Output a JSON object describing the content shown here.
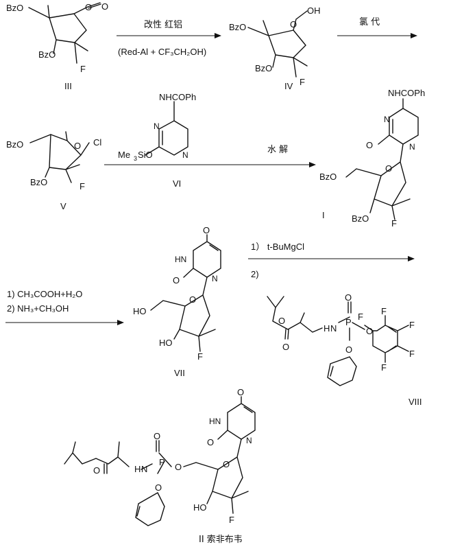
{
  "compounds": {
    "III": {
      "label": "III",
      "groups": [
        "BzO",
        "BzO",
        "O",
        "O",
        "F"
      ]
    },
    "IV": {
      "label": "IV",
      "groups": [
        "BzO",
        "BzO",
        "O",
        "OH",
        "F"
      ]
    },
    "V": {
      "label": "V",
      "groups": [
        "BzO",
        "BzO",
        "O",
        "Cl",
        "F"
      ]
    },
    "VI": {
      "label": "VI",
      "groups": [
        "NHCOPh",
        "N",
        "N",
        "Me",
        "3",
        "SiO"
      ]
    },
    "I": {
      "label": "I",
      "groups": [
        "NHCOPh",
        "N",
        "O",
        "N",
        "BzO",
        "O",
        "BzO",
        "F"
      ]
    },
    "VII": {
      "label": "VII",
      "groups": [
        "O",
        "HN",
        "O",
        "N",
        "HO",
        "O",
        "HO",
        "F"
      ]
    },
    "VIII": {
      "label": "VIII",
      "groups": [
        "O",
        "O",
        "N",
        "H",
        "P",
        "O",
        "O",
        "O",
        "F",
        "F",
        "F",
        "F",
        "F"
      ]
    },
    "II": {
      "label": "II 索非布韦",
      "groups": [
        "O",
        "HN",
        "O",
        "N",
        "O",
        "O",
        "N",
        "H",
        "P",
        "O",
        "O",
        "O",
        "HO",
        "F"
      ]
    }
  },
  "steps": {
    "step1_above": "改性 红铝",
    "step1_below": "(Red-Al + CF₃CH₂OH)",
    "step2_above": "氯 代",
    "step3_above": "水 解",
    "step4_line1": "1) CH₃COOH+H₂O",
    "step4_line2": "2) NH₃+CH₃OH",
    "step5_line1": "1）  t-BuMgCl",
    "step5_line2": "2)"
  }
}
